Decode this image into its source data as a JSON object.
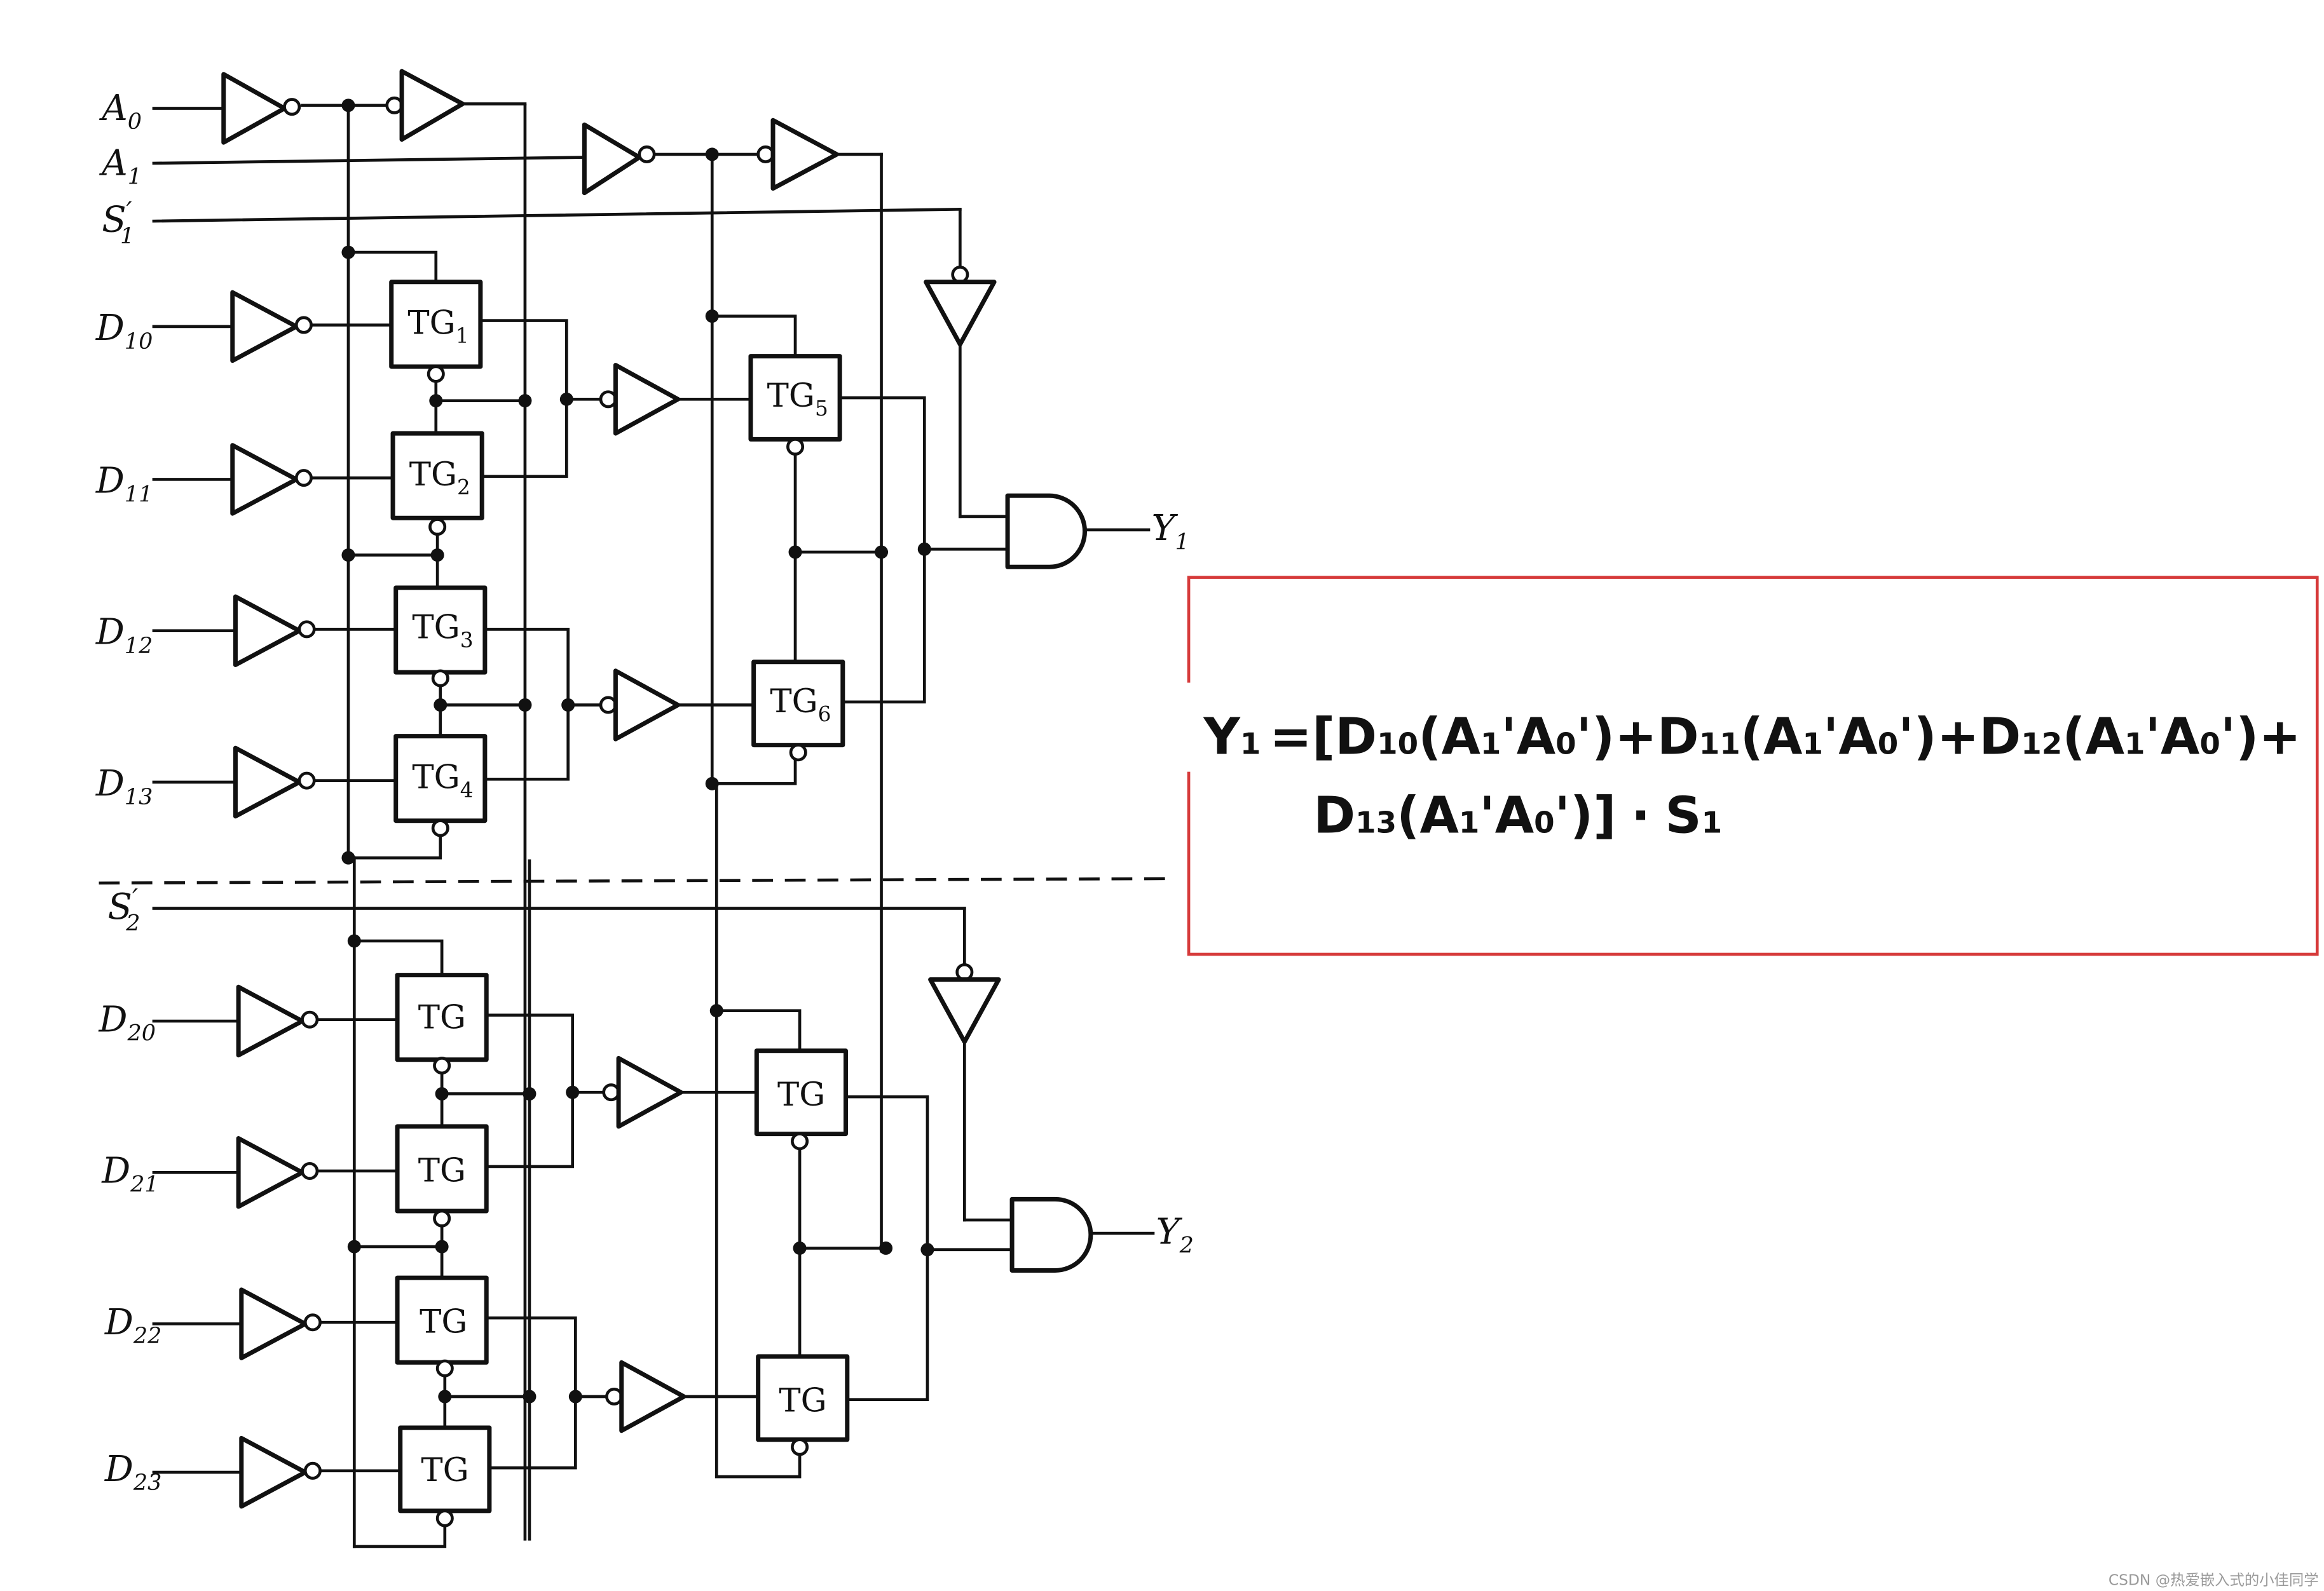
{
  "inputs": {
    "a0": {
      "main": "A",
      "sub": "0"
    },
    "a1": {
      "main": "A",
      "sub": "1"
    },
    "s1": {
      "main": "S",
      "prime": "′",
      "sub": "1"
    },
    "s2": {
      "main": "S",
      "prime": "′",
      "sub": "2"
    },
    "d10": {
      "main": "D",
      "sub": "10"
    },
    "d11": {
      "main": "D",
      "sub": "11"
    },
    "d12": {
      "main": "D",
      "sub": "12"
    },
    "d13": {
      "main": "D",
      "sub": "13"
    },
    "d20": {
      "main": "D",
      "sub": "20"
    },
    "d21": {
      "main": "D",
      "sub": "21"
    },
    "d22": {
      "main": "D",
      "sub": "22"
    },
    "d23": {
      "main": "D",
      "sub": "23"
    }
  },
  "outputs": {
    "y1": {
      "main": "Y",
      "sub": "1"
    },
    "y2": {
      "main": "Y",
      "sub": "2"
    }
  },
  "gates": {
    "tg": "TG",
    "tg1": "1",
    "tg2": "2",
    "tg3": "3",
    "tg4": "4",
    "tg5": "5",
    "tg6": "6"
  },
  "equation": {
    "y": "Y",
    "y_sub": "1",
    "eq": "=[D",
    "s10": "10",
    "t1": "(A",
    "t1s": "1",
    "t1b": "'A",
    "t1s0": "0",
    "t1e": "')+D",
    "s11": "11",
    "t2": "(A",
    "t2s": "1",
    "t2b": "'A",
    "t2s0": "0",
    "t2e": "')+D",
    "s12": "12",
    "t3": "(A",
    "t3s": "1",
    "t3b": "'A",
    "t3s0": "0",
    "t3e": "')+",
    "l2d": "D",
    "s13": "13",
    "t4": "(A",
    "t4s": "1",
    "t4b": "'A",
    "t4s0": "0",
    "t4e": "')]",
    "dot": "·",
    "s": "S",
    "s_sub": "1"
  },
  "watermark": "CSDN @热爱嵌入式的小佳同学",
  "colors": {
    "ink": "#111111",
    "box_border": "#d63a3a",
    "background": "#ffffff"
  }
}
